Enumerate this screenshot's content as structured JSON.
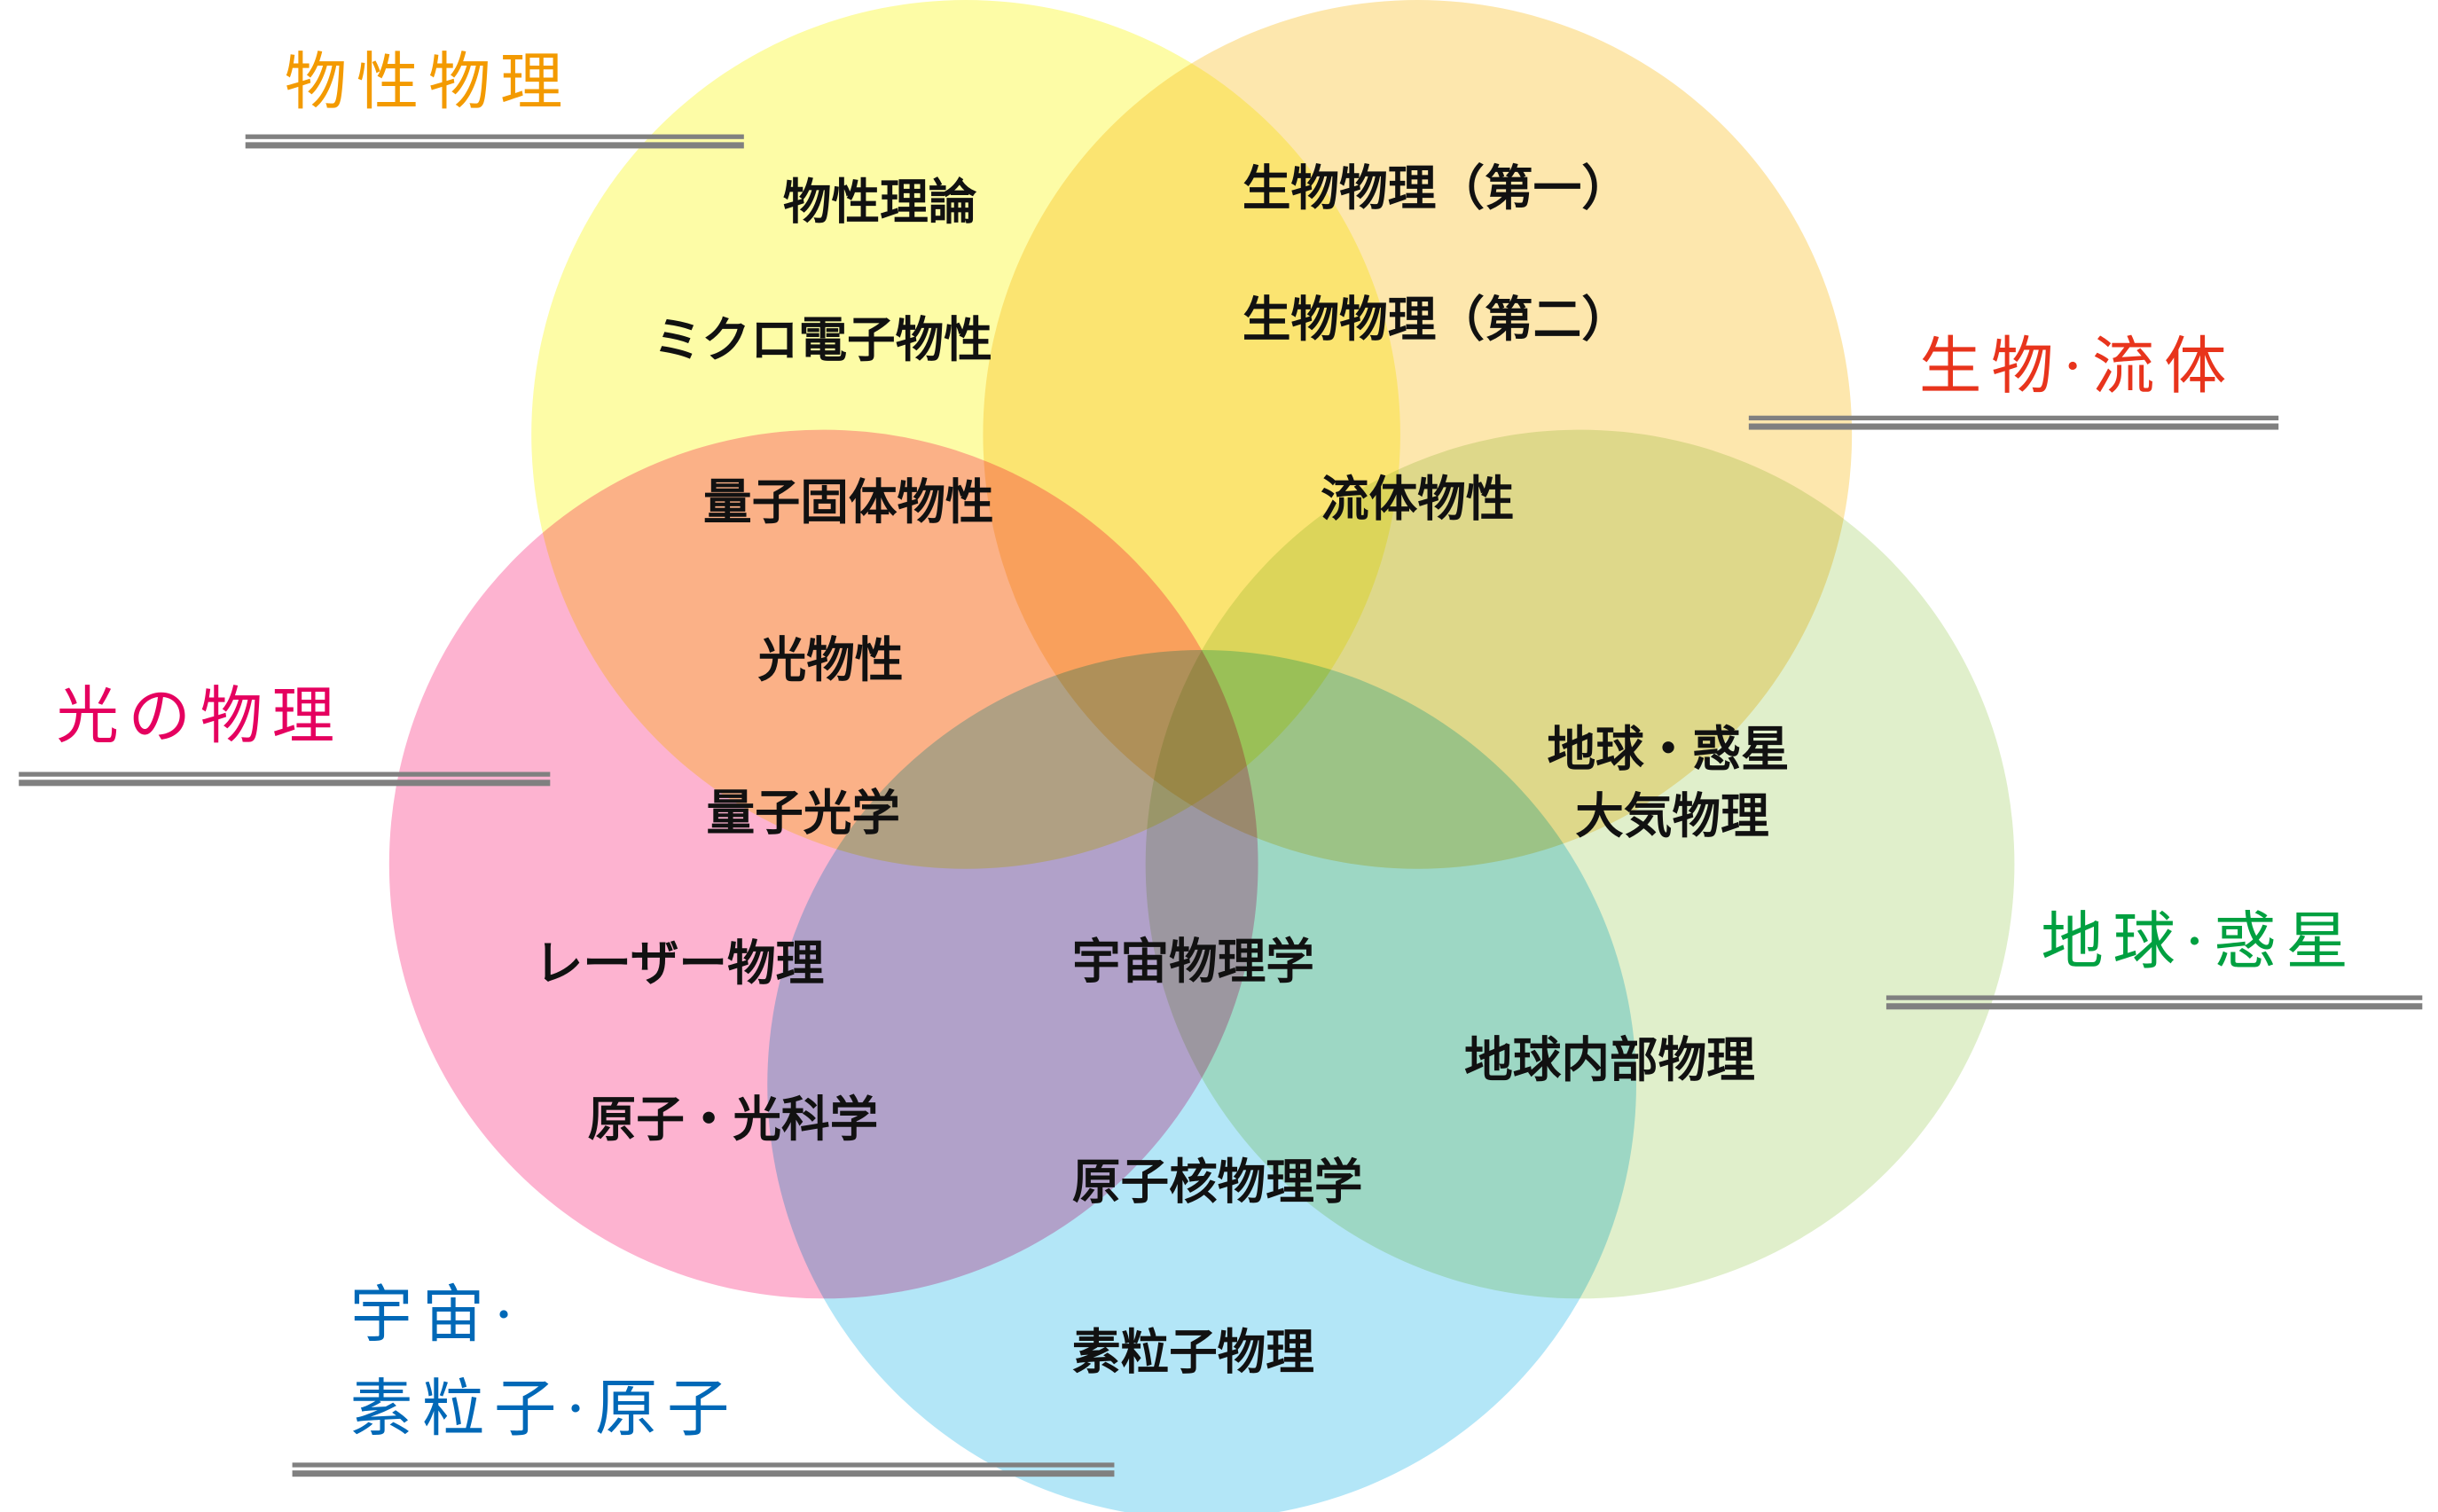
{
  "colors": {
    "materials": "#fdfca6",
    "bio": "#fde7ad",
    "optics": "#fdb3d0",
    "earth": "#e0efcb",
    "cosmic": "#b3e6f7"
  },
  "areas": {
    "materials": {
      "label": "物性物理",
      "color": "#f39a00"
    },
    "bio": {
      "label": "生物·流体",
      "color": "#e8341c"
    },
    "optics": {
      "label": "光の物理",
      "color": "#e5005f"
    },
    "earth": {
      "label": "地球·惑星",
      "color": "#00a040"
    },
    "cosmic": {
      "label1": "宇宙·",
      "label2": "素粒子·原子",
      "color": "#0068b7"
    }
  },
  "topics": {
    "t1": "物性理論",
    "t2": "ミクロ電子物性",
    "t3": "量子固体物性",
    "t4": "光物性",
    "t5": "量子光学",
    "t6": "レーザー物理",
    "t7": "原子・光科学",
    "t8": "生物物理（第一）",
    "t9": "生物物理（第二）",
    "t10": "流体物性",
    "t11a": "地球・惑星",
    "t11b": "大気物理",
    "t12": "地球内部物理",
    "t13": "宇宙物理学",
    "t14": "原子核物理学",
    "t15": "素粒子物理"
  }
}
